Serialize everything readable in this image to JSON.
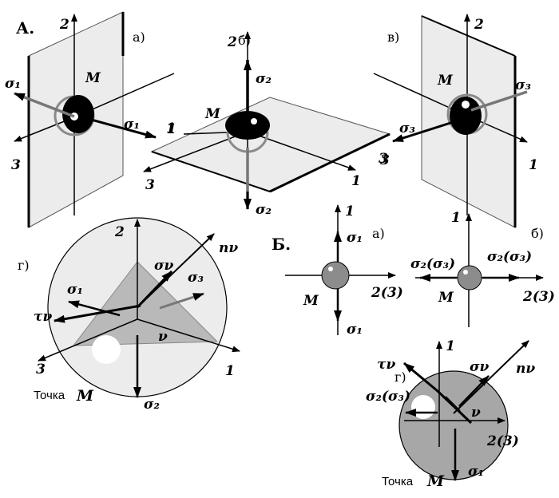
{
  "section_a": {
    "label": "А.",
    "panel_a": {
      "sublabel": "а)",
      "axis_1": "1",
      "axis_2": "2",
      "axis_3": "3",
      "point": "M",
      "sigma_left": "σ₁",
      "sigma_right": "σ₁"
    },
    "panel_b": {
      "sublabel": "б)",
      "axis_1": "1",
      "axis_2": "2",
      "axis_3": "3",
      "point": "M",
      "sigma_up": "σ₂",
      "sigma_down": "σ₂"
    },
    "panel_v": {
      "sublabel": "в)",
      "axis_1": "1",
      "axis_2": "2",
      "axis_3": "3",
      "point": "M",
      "sigma_right": "σ₃",
      "sigma_left": "σ₃"
    },
    "panel_g": {
      "sublabel": "г)",
      "axis_1": "1",
      "axis_2": "2",
      "axis_3": "3",
      "normal": "nν",
      "sigma_nu": "σν",
      "tau_nu": "τν",
      "nu": "ν",
      "sigma_1": "σ₁",
      "sigma_2": "σ₂",
      "sigma_3": "σ₃",
      "caption_prefix": "Точка",
      "caption_point": "M"
    }
  },
  "section_b": {
    "label": "Б.",
    "panel_a": {
      "sublabel": "а)",
      "axis_1": "1",
      "axis_23": "2(3)",
      "point": "M",
      "sigma_up": "σ₁",
      "sigma_down": "σ₁"
    },
    "panel_b": {
      "sublabel": "б)",
      "axis_1": "1",
      "axis_23": "2(3)",
      "point": "M",
      "sigma_left": "σ₂(σ₃)",
      "sigma_right": "σ₂(σ₃)"
    },
    "panel_g": {
      "sublabel": "г)",
      "axis_1": "1",
      "axis_23": "2(3)",
      "tau_nu": "τν",
      "sigma_nu": "σν",
      "normal": "nν",
      "nu": "ν",
      "sigma_23": "σ₂(σ₃)",
      "sigma_1": "σ₁",
      "caption_prefix": "Точка",
      "caption_point": "M"
    }
  }
}
